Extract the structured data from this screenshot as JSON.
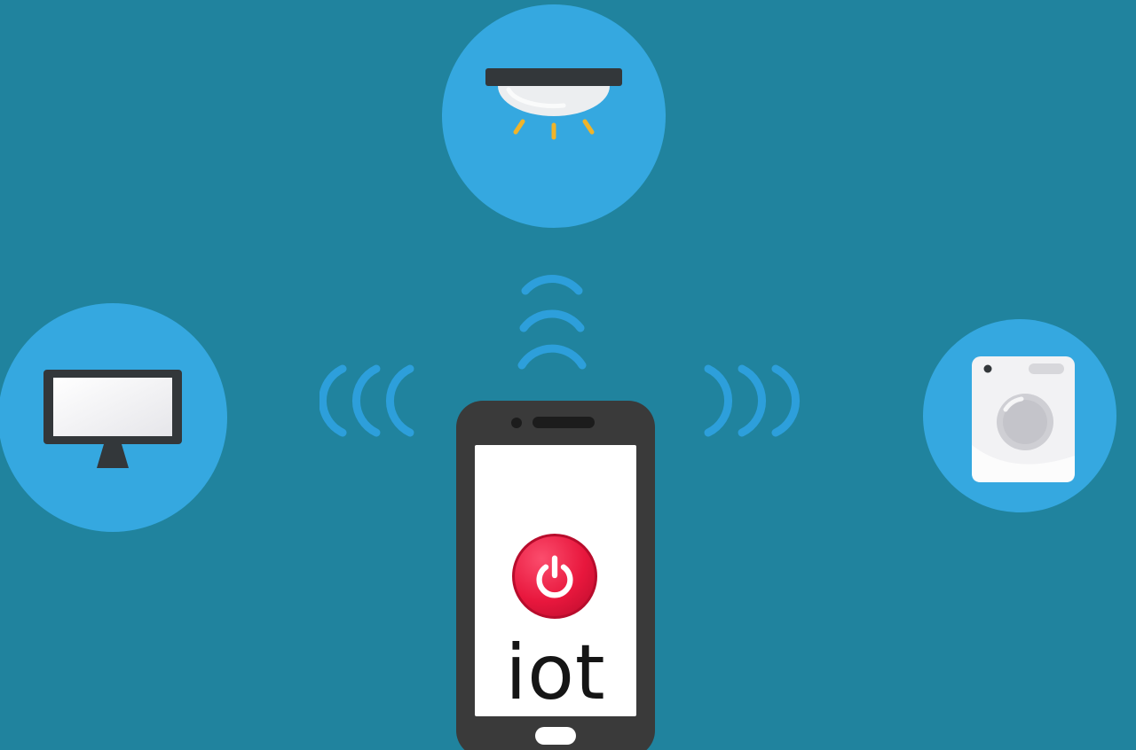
{
  "illustration": {
    "label": "iot",
    "colors": {
      "background": "#20839e",
      "device_circle": "#35a8e0",
      "wifi": "#2d9fdb",
      "phone_body": "#3a3a3a",
      "phone_screen": "#ffffff",
      "speaker_dark": "#1c1c1c",
      "power_red": "#e8173d",
      "power_red_light": "#fb4d6d",
      "power_red_dark": "#b80c2c",
      "label_text": "#151515",
      "device_dark": "#33373a",
      "device_light": "#f2f2f4",
      "ray_yellow": "#f0b429",
      "lamp_dome": "#eceef0",
      "washer_door": "#cfcfd4"
    },
    "hub": {
      "name": "smartphone",
      "screen_label": "iot",
      "button_icon": "power-icon"
    },
    "devices": [
      {
        "name": "ceiling-light",
        "icon": "ceiling-light-icon",
        "position": "top"
      },
      {
        "name": "computer-monitor",
        "icon": "monitor-icon",
        "position": "left"
      },
      {
        "name": "washing-machine",
        "icon": "washing-machine-icon",
        "position": "right"
      }
    ],
    "signals": [
      {
        "name": "wifi-waves-up",
        "direction": "up",
        "arcs": 3
      },
      {
        "name": "wifi-waves-left",
        "direction": "left",
        "arcs": 3
      },
      {
        "name": "wifi-waves-right",
        "direction": "right",
        "arcs": 3
      }
    ]
  }
}
